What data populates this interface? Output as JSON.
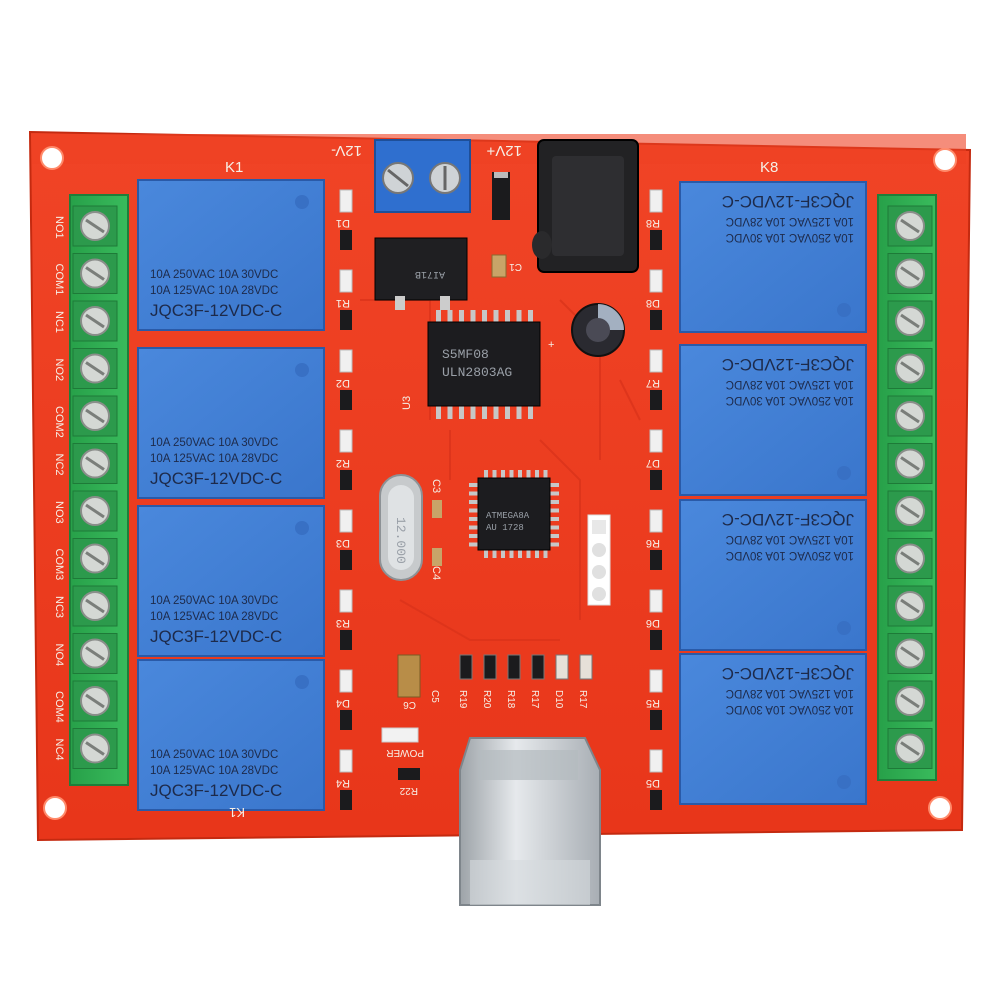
{
  "colors": {
    "pcb": "#ee3a1c",
    "pcb_edge": "#c92a12",
    "relay": "#3f7fd6",
    "terminal": "#2fae52",
    "screw": "#d8dcd8",
    "chip": "#1b1b1d",
    "usb": "#c8ccd0"
  },
  "board": {
    "power_minus": "12V-",
    "power_plus": "12V+",
    "relay_left_top": "K1",
    "relay_right_top": "K8",
    "relay_left_bottom_mirror": "K1"
  },
  "relays": [
    {
      "line1": "10A 250VAC  10A  30VDC",
      "line2": "10A 125VAC  10A  28VDC",
      "model": "JQC3F-12VDC-C"
    },
    {
      "line1": "10A 250VAC  10A  30VDC",
      "line2": "10A 125VAC  10A  28VDC",
      "model": "JQC3F-12VDC-C"
    },
    {
      "line1": "10A 250VAC  10A  30VDC",
      "line2": "10A 125VAC  10A  28VDC",
      "model": "JQC3F-12VDC-C"
    },
    {
      "line1": "10A 250VAC  10A  30VDC",
      "line2": "10A 125VAC  10A  28VDC",
      "model": "JQC3F-12VDC-C"
    },
    {
      "line1": "10A 250VAC  10A  30VDC",
      "line2": "10A 125VAC  10A  28VDC",
      "model": "JQC3F-12VDC-C"
    },
    {
      "line1": "10A 250VAC  10A  30VDC",
      "line2": "10A 125VAC  10A  28VDC",
      "model": "JQC3F-12VDC-C"
    },
    {
      "line1": "10A 250VAC  10A  30VDC",
      "line2": "10A 125VAC  10A  28VDC",
      "model": "JQC3F-12VDC-C"
    },
    {
      "line1": "10A 250VAC  10A  30VDC",
      "line2": "10A 125VAC  10A  28VDC",
      "model": "JQC3F-12VDC-C"
    }
  ],
  "terminal_labels_left": [
    "NO1",
    "COM1",
    "NC1",
    "NO2",
    "COM2",
    "NC2",
    "NO3",
    "COM3",
    "NC3",
    "NO4",
    "COM4",
    "NC4"
  ],
  "led_labels_left": [
    "D1",
    "R1",
    "D2",
    "R2",
    "D3",
    "R3",
    "D4",
    "R4"
  ],
  "led_labels_right": [
    "R8",
    "D8",
    "R7",
    "D7",
    "R6",
    "D6",
    "R5",
    "D5"
  ],
  "chips": {
    "driver_line1": "S5MF08",
    "driver_line2": "ULN2803AG",
    "driver_ref": "U3",
    "mcu_line1": "ATMEGA8A",
    "mcu_line2": "AU 1728",
    "crystal": "12.000",
    "regulator": "AI71B"
  },
  "caps": {
    "c3": "C3",
    "c4": "C4",
    "c5": "C5",
    "c6": "C6",
    "c1": "C1"
  },
  "bottom_row": [
    "R19",
    "R20",
    "R18",
    "R17",
    "D10",
    "R17"
  ],
  "power_label": "POWER",
  "power_resistor": "R22"
}
